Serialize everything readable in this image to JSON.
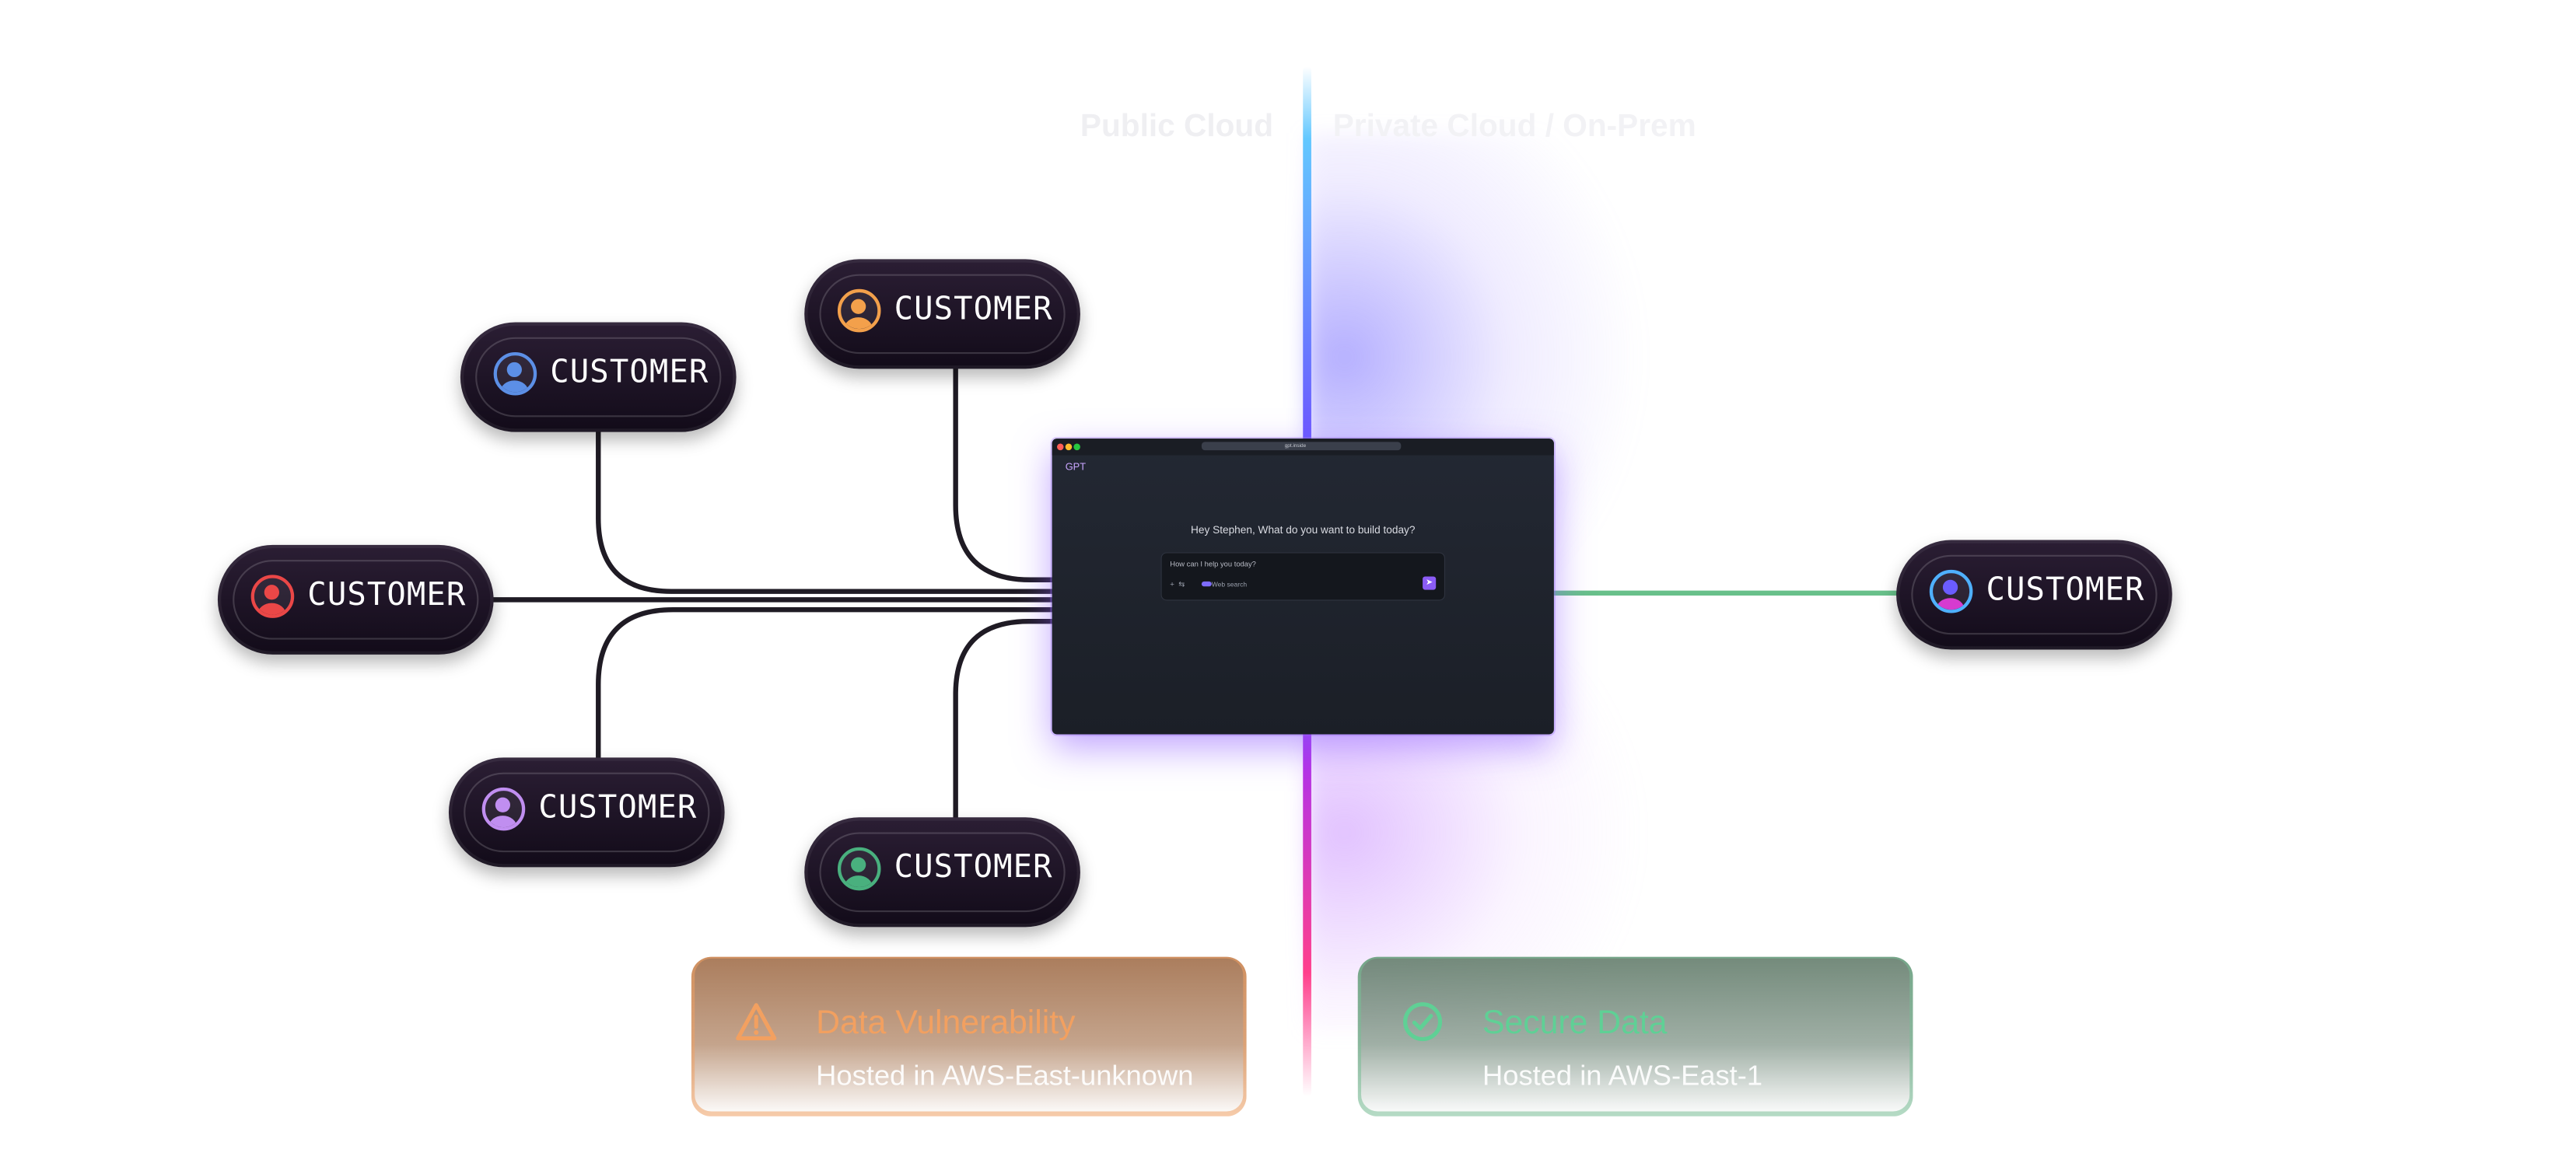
{
  "headers": {
    "left": "Public Cloud",
    "right": "Private Cloud / On-Prem"
  },
  "customers": [
    {
      "label": "CUSTOMER",
      "color": "#5c8fe6"
    },
    {
      "label": "CUSTOMER",
      "color": "#f3a04b"
    },
    {
      "label": "CUSTOMER",
      "color": "#ea4747"
    },
    {
      "label": "CUSTOMER",
      "color": "#c08ef0"
    },
    {
      "label": "CUSTOMER",
      "color": "#49b07e"
    },
    {
      "label": "CUSTOMER",
      "color": "#7b5cff"
    }
  ],
  "app": {
    "logo": "GPT",
    "url": "gpt.inside",
    "greeting": "Hey Stephen, What do you want to build today?",
    "input_placeholder": "How can I help you today?",
    "web_search": "Web search"
  },
  "cards": {
    "vulnerable": {
      "title": "Data Vulnerability",
      "subtitle": "Hosted in AWS-East-unknown",
      "title_color": "#f2a060"
    },
    "secure": {
      "title": "Secure Data",
      "subtitle": "Hosted in AWS-East-1",
      "title_color": "#5fd095"
    }
  }
}
